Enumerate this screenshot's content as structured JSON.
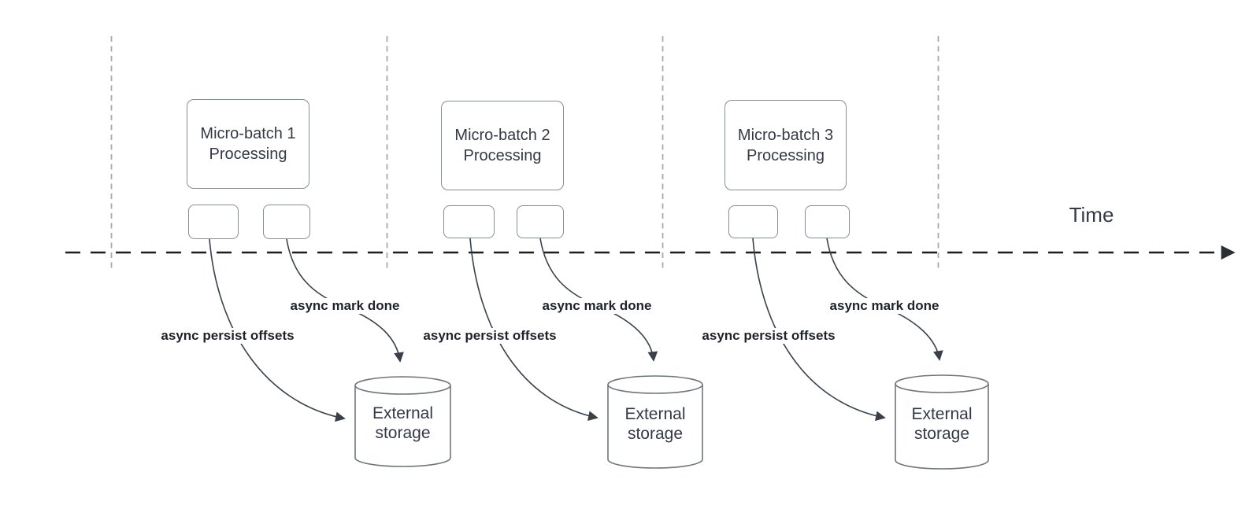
{
  "timeline": {
    "label": "Time"
  },
  "colors": {
    "text": "#333a45",
    "labelText": "#1d222b",
    "shapeBorder": "#878c95",
    "connector": "#3b424d",
    "timelineAxis": "#1e1e1e",
    "guide": "#a9a9a9"
  },
  "sections": [
    {
      "box_line1": "Micro-batch 1",
      "box_line2": "Processing",
      "persist_label": "async persist offsets",
      "mark_done_label": "async mark done",
      "storage_line1": "External",
      "storage_line2": "storage"
    },
    {
      "box_line1": "Micro-batch 2",
      "box_line2": "Processing",
      "persist_label": "async persist offsets",
      "mark_done_label": "async mark done",
      "storage_line1": "External",
      "storage_line2": "storage"
    },
    {
      "box_line1": "Micro-batch 3",
      "box_line2": "Processing",
      "persist_label": "async persist offsets",
      "mark_done_label": "async mark done",
      "storage_line1": "External",
      "storage_line2": "storage"
    }
  ]
}
